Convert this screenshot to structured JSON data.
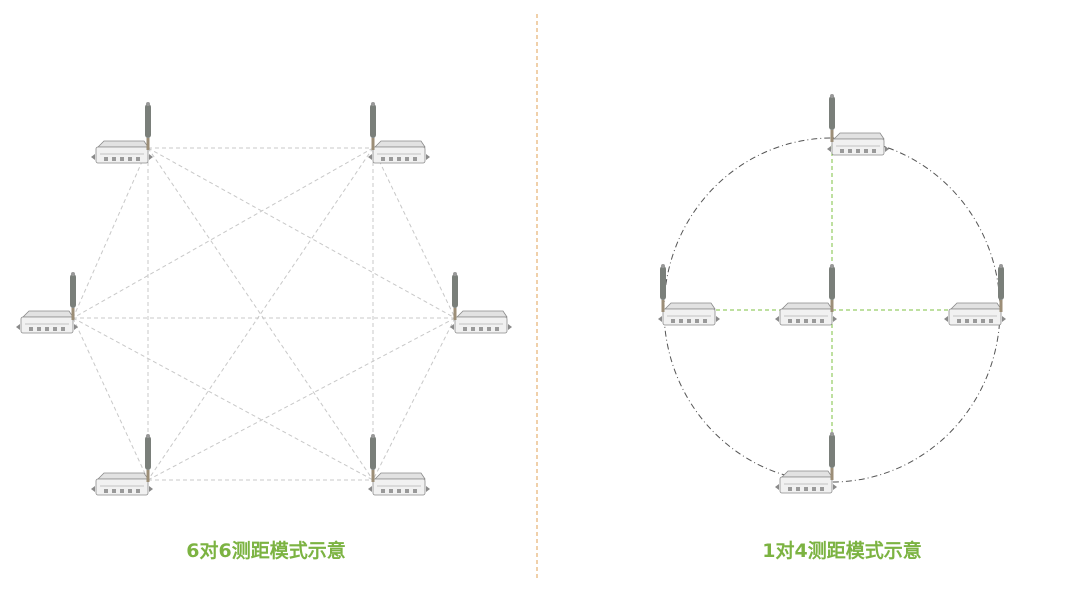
{
  "colors": {
    "caption": "#7cb342",
    "divider": "#e0a055",
    "mesh_line": "#c8c8c8",
    "spoke_line": "#7cc142",
    "circle": "#555555",
    "device_body": "#f1f1f1",
    "device_outline": "#8a8a8a",
    "antenna": "#7a7f7a"
  },
  "left_panel": {
    "caption": "6对6测距模式示意",
    "device_icon": "radio-node-icon",
    "node_count": 6
  },
  "right_panel": {
    "caption": "1对4测距模式示意",
    "device_icon": "radio-node-icon",
    "node_count": 5
  }
}
